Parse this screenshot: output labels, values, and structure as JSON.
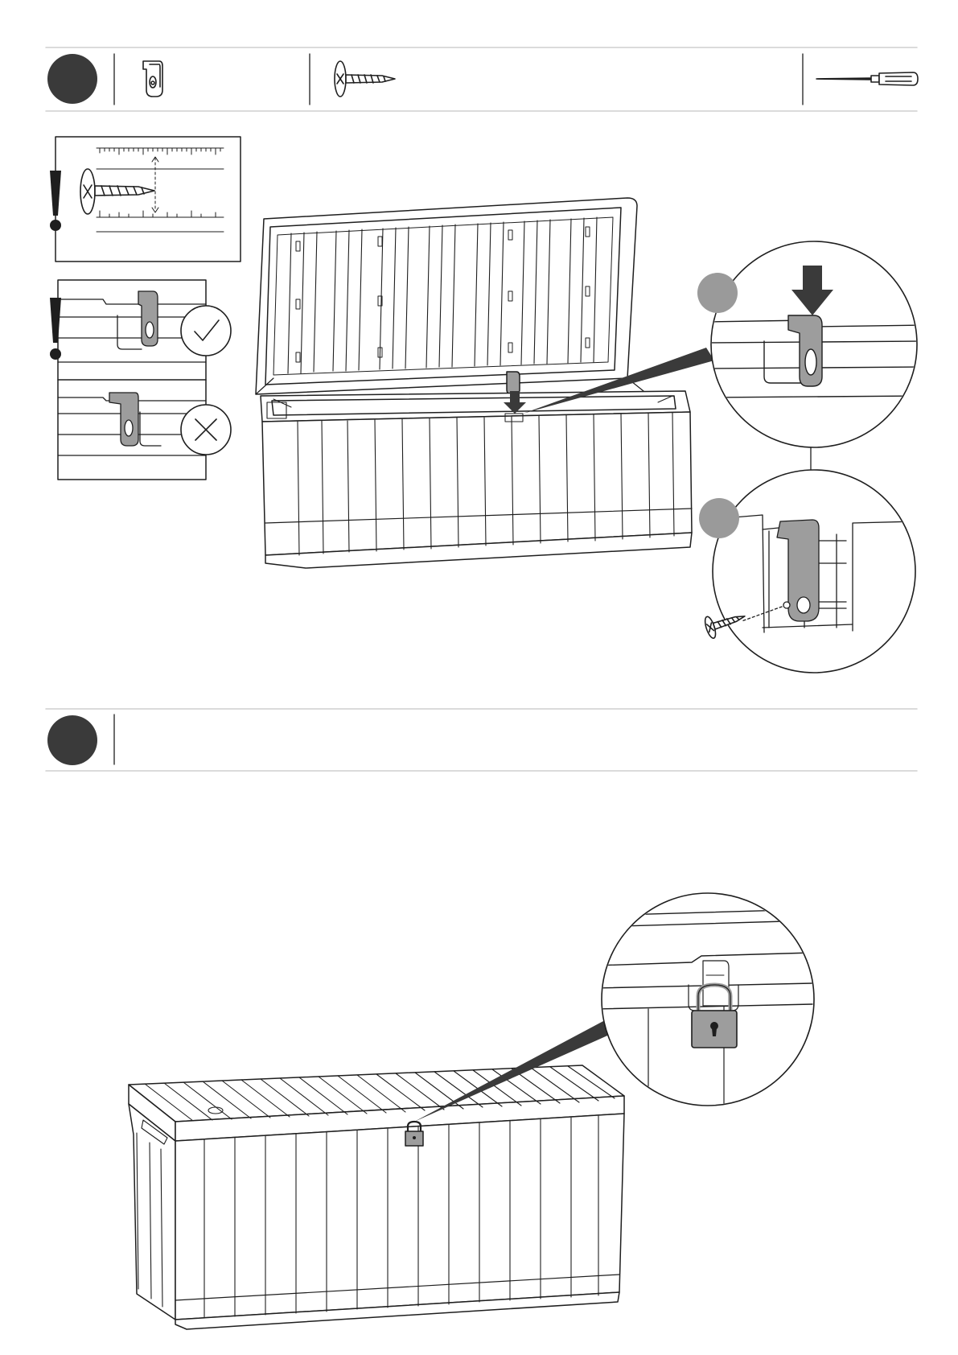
{
  "document": {
    "type": "assembly-instructions",
    "steps": [
      {
        "marker": "step-circle",
        "parts": [
          {
            "icon": "latch-clip-icon",
            "qty_label": ""
          },
          {
            "icon": "screw-icon",
            "qty_label": ""
          }
        ],
        "tools": [
          {
            "icon": "screwdriver-icon"
          }
        ],
        "notices": [
          {
            "icon": "exclamation-icon",
            "content": "screw-length-ruler"
          },
          {
            "icon": "exclamation-icon",
            "content": "clip-orientation",
            "outcomes": [
              {
                "icon": "check-icon"
              },
              {
                "icon": "cross-icon"
              }
            ]
          }
        ],
        "details": [
          {
            "marker": "sub-step-circle",
            "content": "push-clip-down"
          },
          {
            "marker": "sub-step-circle",
            "content": "screw-clip"
          }
        ]
      },
      {
        "marker": "step-circle",
        "parts": [],
        "details": [
          {
            "content": "padlock-on-latch",
            "icon": "padlock-icon"
          }
        ]
      }
    ]
  },
  "colors": {
    "line": "#1e1e1e",
    "marker": "#3a3a3a",
    "sub_marker": "#9a9a9a",
    "part_fill": "#9d9d9d",
    "divider": "#cfcfcf"
  }
}
